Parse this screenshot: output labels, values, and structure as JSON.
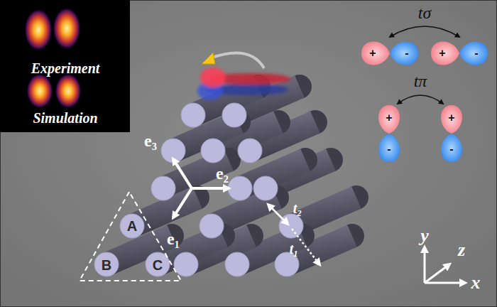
{
  "diagram": {
    "labels": [
      "Experiment",
      "Simulation",
      "tσ",
      "+",
      "-",
      "+",
      "-",
      "tπ",
      "+",
      "-",
      "+",
      "-",
      "e₃",
      "e₂",
      "e₁",
      "A",
      "B",
      "C",
      "t₂",
      "t₁",
      "y",
      "z",
      "x"
    ]
  }
}
